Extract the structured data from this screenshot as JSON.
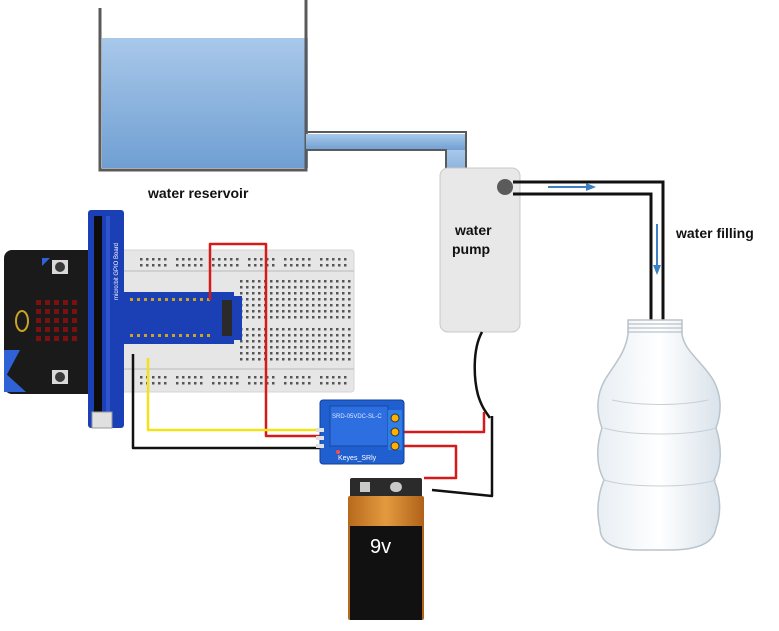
{
  "labels": {
    "reservoir": "water reservoir",
    "pump_line1": "water",
    "pump_line2": "pump",
    "filling": "water filling"
  },
  "board_text": "micro:bit GPIO Board",
  "relay_text": {
    "model": "Keyes_SRly",
    "spec": "SRD-05VDC-SL-C"
  },
  "battery_text": "9v",
  "colors": {
    "water": "#8fb6dd",
    "pipe": "#606060",
    "wire_red": "#d61a1a",
    "wire_black": "#111111",
    "wire_yellow": "#f2e21a",
    "flow_arrow": "#3b7fc4",
    "breadboard": "#e6e6e6",
    "gpio_board": "#1b3fb5",
    "relay": "#1f5fd0",
    "microbit": "#1a1a1a",
    "battery_body": "#c97a25",
    "battery_label": "#111111"
  }
}
